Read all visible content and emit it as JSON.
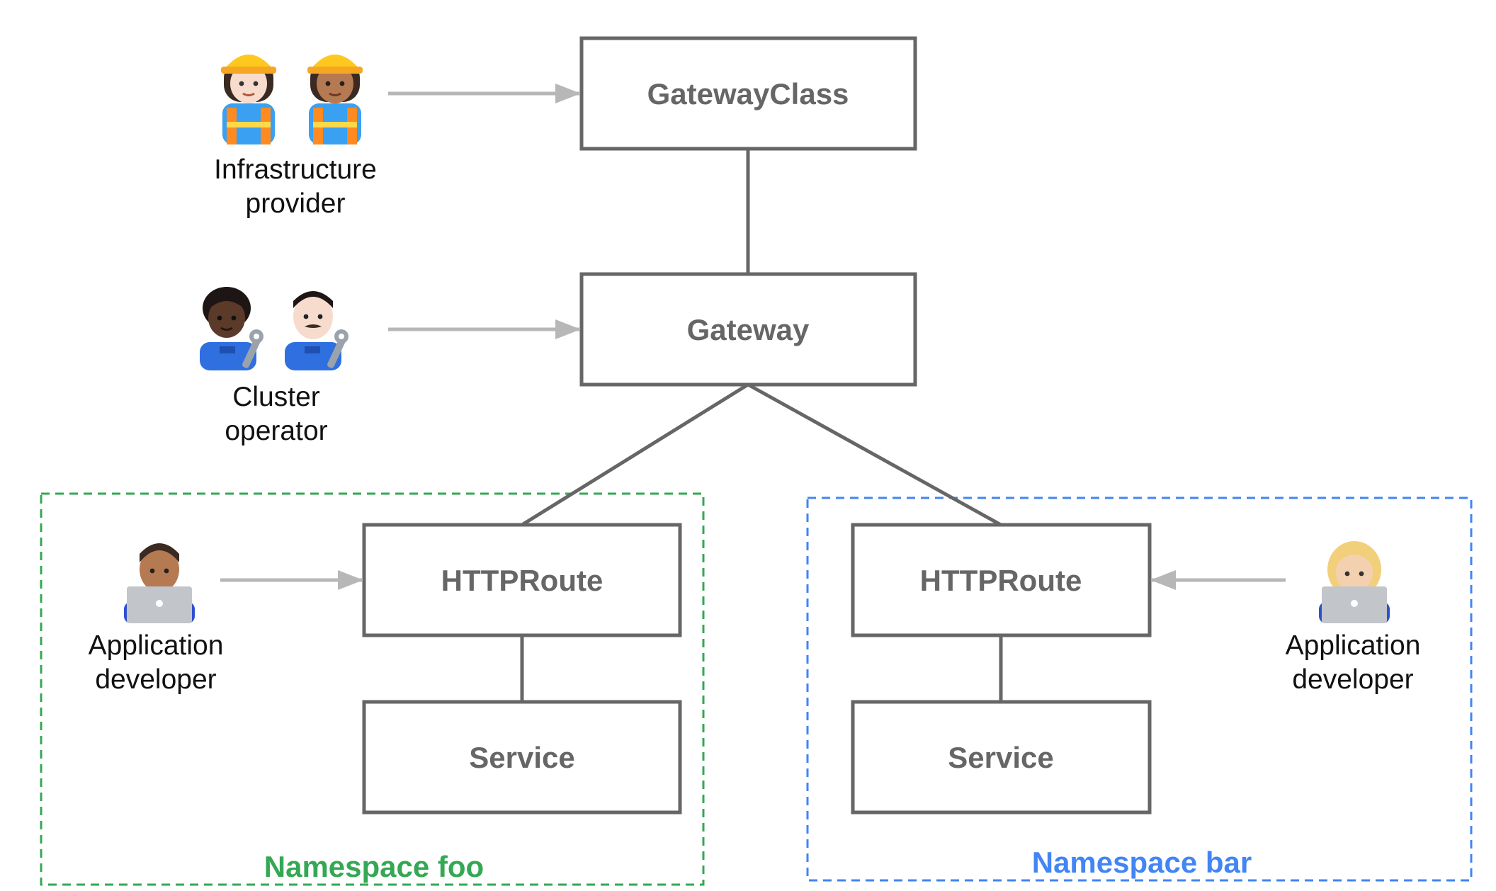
{
  "diagram": {
    "resources": {
      "gateway_class": "GatewayClass",
      "gateway": "Gateway",
      "http_route_foo": "HTTPRoute",
      "service_foo": "Service",
      "http_route_bar": "HTTPRoute",
      "service_bar": "Service"
    },
    "roles": {
      "infrastructure_provider": {
        "line1": "Infrastructure",
        "line2": "provider"
      },
      "cluster_operator": {
        "line1": "Cluster",
        "line2": "operator"
      },
      "app_developer_foo": {
        "line1": "Application",
        "line2": "developer"
      },
      "app_developer_bar": {
        "line1": "Application",
        "line2": "developer"
      }
    },
    "namespaces": {
      "foo": "Namespace foo",
      "bar": "Namespace bar"
    },
    "colors": {
      "box_border": "#666666",
      "box_text": "#666666",
      "arrow": "#b7b7b7",
      "namespace_foo": "#34a853",
      "namespace_bar": "#4285f4"
    },
    "icons": {
      "infrastructure_provider": [
        "construction-worker-woman-icon",
        "construction-worker-woman-icon"
      ],
      "cluster_operator": [
        "mechanic-woman-icon",
        "mechanic-man-icon"
      ],
      "app_developer_foo": "technologist-man-icon",
      "app_developer_bar": "technologist-woman-icon"
    }
  }
}
